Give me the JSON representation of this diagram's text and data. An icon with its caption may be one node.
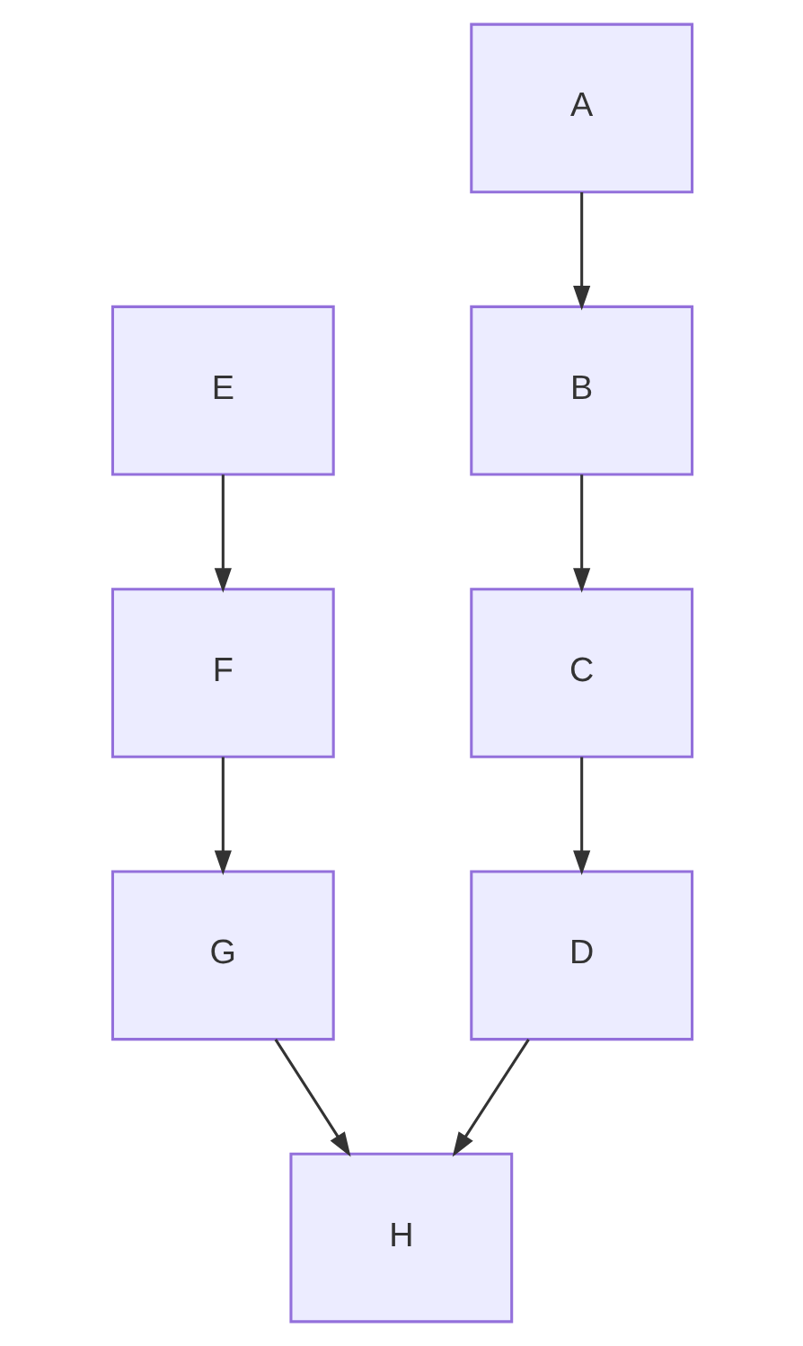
{
  "diagram": {
    "nodes": [
      {
        "text": [
          "A"
        ]
      },
      {
        "text": [
          "E"
        ]
      },
      {
        "text": [
          "B"
        ]
      },
      {
        "text": [
          "F"
        ]
      },
      {
        "text": [
          "C"
        ]
      },
      {
        "text": [
          "G"
        ]
      },
      {
        "text": [
          "D"
        ]
      },
      {
        "text": [
          "H"
        ]
      }
    ],
    "edges": [
      {
        "from": 0,
        "to": 2,
        "arrow": "to"
      },
      {
        "from": 2,
        "to": 4,
        "arrow": "to"
      },
      {
        "from": 4,
        "to": 6,
        "arrow": "to"
      },
      {
        "from": 1,
        "to": 3,
        "arrow": "to"
      },
      {
        "from": 3,
        "to": 5,
        "arrow": "to"
      },
      {
        "from": 5,
        "to": 7,
        "arrow": "to"
      },
      {
        "from": 6,
        "to": 7,
        "arrow": "to"
      }
    ]
  }
}
